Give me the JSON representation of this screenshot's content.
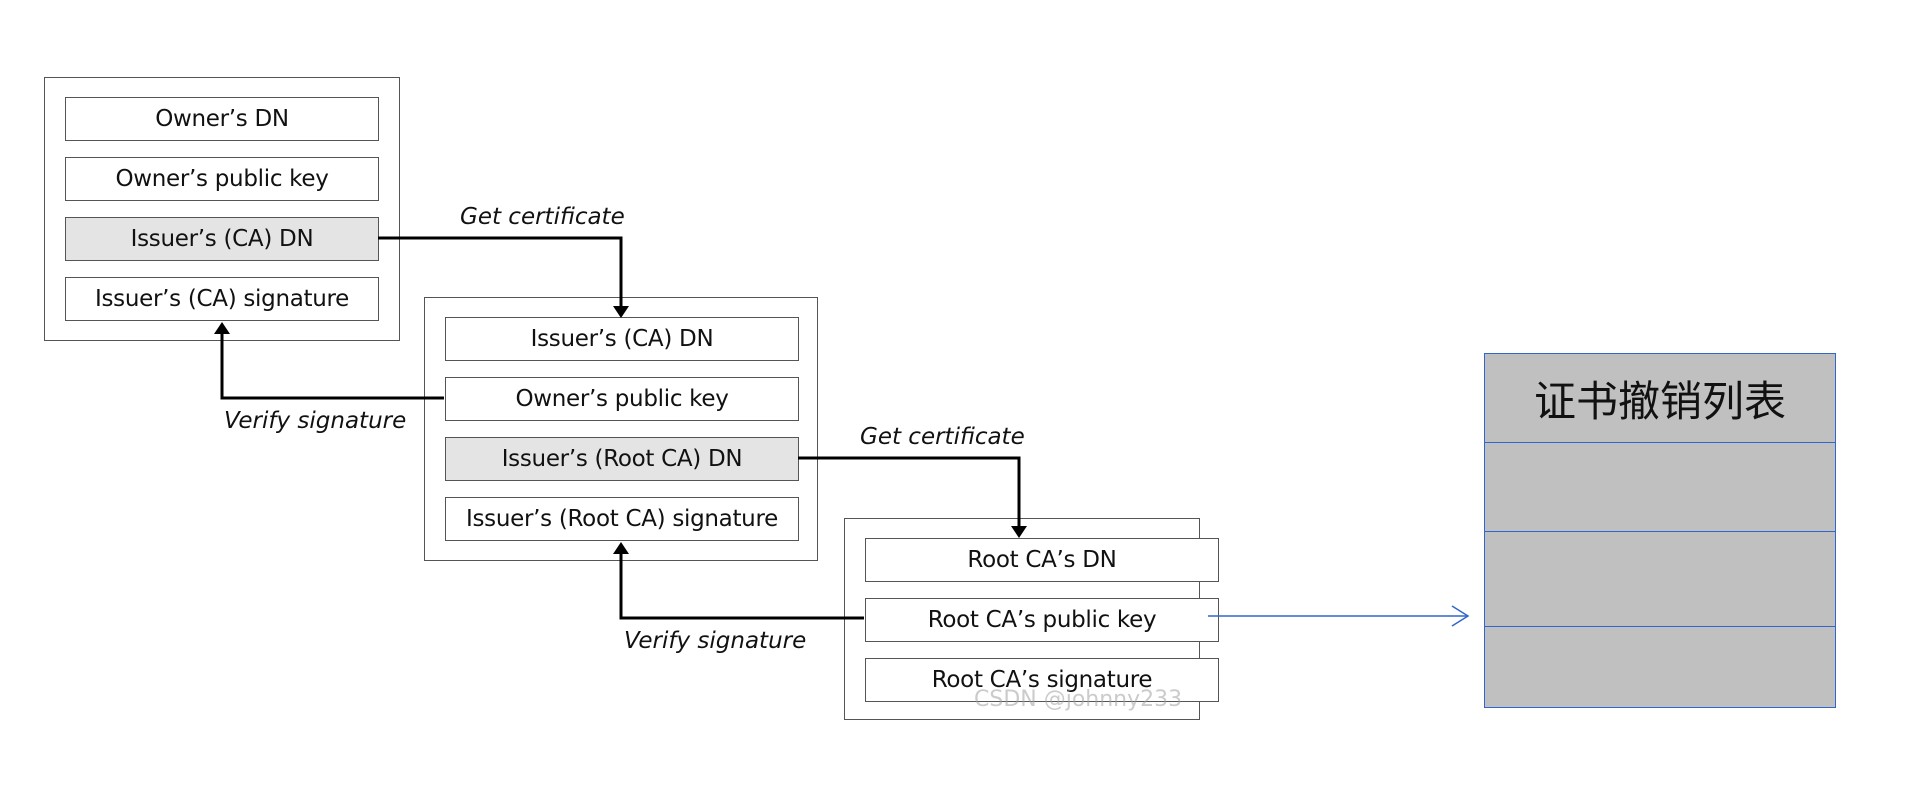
{
  "certificates": [
    {
      "id": "owner-cert",
      "fields": [
        {
          "label": "Owner’s DN",
          "highlight": false
        },
        {
          "label": "Owner’s public key",
          "highlight": false
        },
        {
          "label": "Issuer’s (CA) DN",
          "highlight": true
        },
        {
          "label": "Issuer’s (CA) signature",
          "highlight": false
        }
      ]
    },
    {
      "id": "ca-cert",
      "fields": [
        {
          "label": "Issuer’s (CA) DN",
          "highlight": false
        },
        {
          "label": "Owner’s public key",
          "highlight": false
        },
        {
          "label": "Issuer’s (Root CA) DN",
          "highlight": true
        },
        {
          "label": "Issuer’s (Root CA) signature",
          "highlight": false
        }
      ]
    },
    {
      "id": "root-cert",
      "fields": [
        {
          "label": "Root CA’s DN",
          "highlight": false
        },
        {
          "label": "Root CA’s public key",
          "highlight": false
        },
        {
          "label": "Root CA’s signature",
          "highlight": false
        }
      ]
    }
  ],
  "labels": {
    "get_certificate_1": "Get certificate",
    "verify_signature_1": "Verify signature",
    "get_certificate_2": "Get certificate",
    "verify_signature_2": "Verify signature"
  },
  "crl": {
    "title": "证书撤销列表"
  },
  "watermark": "CSDN @johnny233",
  "colors": {
    "highlight_fill": "#e4e4e4",
    "crl_fill": "#c0c0c0",
    "crl_border": "#3366cc",
    "arrow_blue": "#3366cc"
  }
}
